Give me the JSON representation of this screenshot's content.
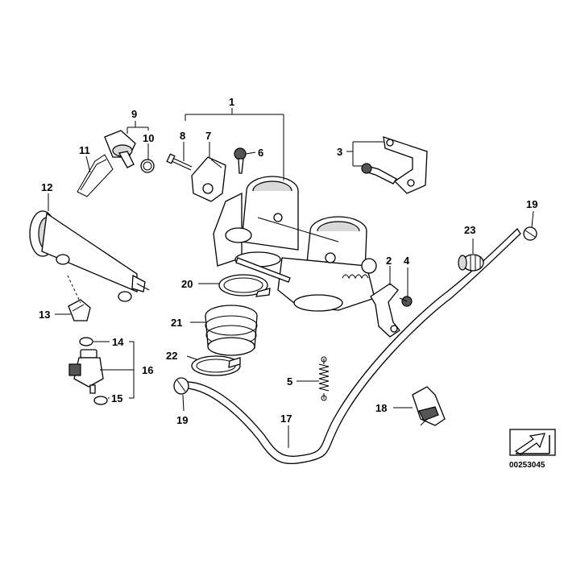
{
  "callouts": {
    "c1": "1",
    "c2": "2",
    "c3": "3",
    "c4": "4",
    "c5": "5",
    "c6": "6",
    "c7": "7",
    "c8": "8",
    "c9": "9",
    "c10": "10",
    "c11": "11",
    "c12": "12",
    "c13": "13",
    "c14": "14",
    "c15": "15",
    "c16": "16",
    "c17": "17",
    "c18": "18",
    "c19a": "19",
    "c19b": "19",
    "c20": "20",
    "c21": "21",
    "c22": "22",
    "c23": "23"
  },
  "diagram_code": "00253045",
  "colors": {
    "line": "#000000",
    "background": "#ffffff",
    "shade": "#d9d9d9"
  }
}
